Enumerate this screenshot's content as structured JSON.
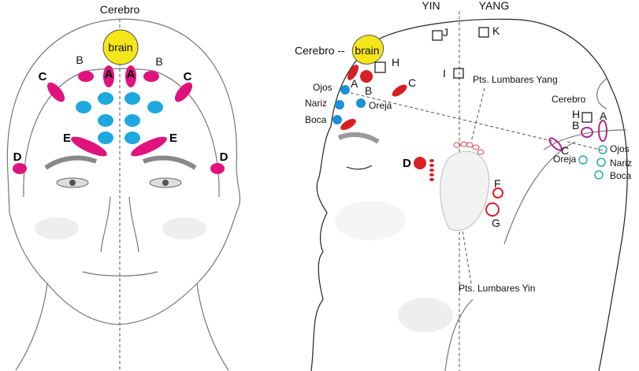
{
  "colors": {
    "brain": "#f5e61a",
    "front_point": "#e0137d",
    "front_blue": "#1da8e0",
    "side_red": "#d91f26",
    "side_blue": "#1b8fd8",
    "back_magenta": "#b0258a",
    "back_cyan": "#2aa8b8"
  },
  "front": {
    "title": "Cerebro",
    "brain": "brain",
    "points": {
      "A": "A",
      "B": "B",
      "C": "C",
      "D": "D",
      "E": "E"
    }
  },
  "side": {
    "yin": "YIN",
    "yang": "YANG",
    "cerebro_label": "Cerebro --",
    "brain": "brain",
    "squares": {
      "H": "H",
      "I": "I",
      "J": "J",
      "K": "K"
    },
    "front_points": {
      "A": "A",
      "B": "B",
      "C": "C",
      "D": "D"
    },
    "front_organs": {
      "ojos": "Ojos",
      "nariz": "Nariz",
      "boca": "Boca",
      "oreja": "Oreja"
    },
    "ear_points": {
      "F": "F",
      "G": "G"
    },
    "lumbar_yang": "Pts. Lumbares Yang",
    "lumbar_yin": "Pts. Lumbares Yin",
    "back": {
      "cerebro": "Cerebro",
      "H": "H",
      "A": "A",
      "B": "B",
      "C": "C",
      "ojos": "Ojos",
      "nariz": "Nariz",
      "boca": "Boca",
      "oreja": "Oreja"
    }
  }
}
